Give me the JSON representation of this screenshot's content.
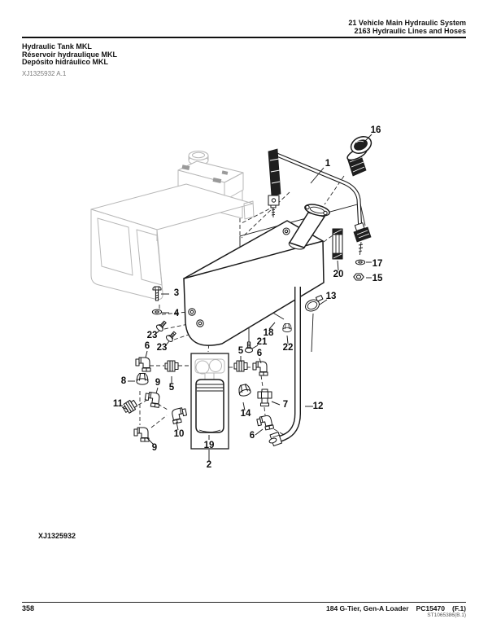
{
  "page": {
    "header": {
      "line1": "21 Vehicle Main Hydraulic System",
      "line2": "2163 Hydraulic Lines and Hoses"
    },
    "title_block": {
      "title_en": "Hydraulic Tank MKL",
      "title_fr": "Réservoir hydraulique MKL",
      "title_es": "Depósito hidráulico MKL",
      "figure_ref": "XJ1325932 A.1"
    },
    "figure": {
      "figure_id": "XJ1325932"
    },
    "footer": {
      "page_number": "358",
      "model": "184 G-Tier, Gen-A Loader",
      "catalog_number": "PC15470",
      "revision": "(F.1)",
      "print_code": "ST1065386(B.1)"
    }
  },
  "diagram": {
    "callouts": [
      {
        "label": "1"
      },
      {
        "label": "2"
      },
      {
        "label": "3"
      },
      {
        "label": "4"
      },
      {
        "label": "5"
      },
      {
        "label": "5"
      },
      {
        "label": "6"
      },
      {
        "label": "6"
      },
      {
        "label": "6"
      },
      {
        "label": "7"
      },
      {
        "label": "8"
      },
      {
        "label": "9"
      },
      {
        "label": "9"
      },
      {
        "label": "10"
      },
      {
        "label": "11"
      },
      {
        "label": "12"
      },
      {
        "label": "13"
      },
      {
        "label": "14"
      },
      {
        "label": "15"
      },
      {
        "label": "16"
      },
      {
        "label": "17"
      },
      {
        "label": "18"
      },
      {
        "label": "19"
      },
      {
        "label": "20"
      },
      {
        "label": "21"
      },
      {
        "label": "22"
      },
      {
        "label": "23"
      },
      {
        "label": "23"
      }
    ]
  }
}
